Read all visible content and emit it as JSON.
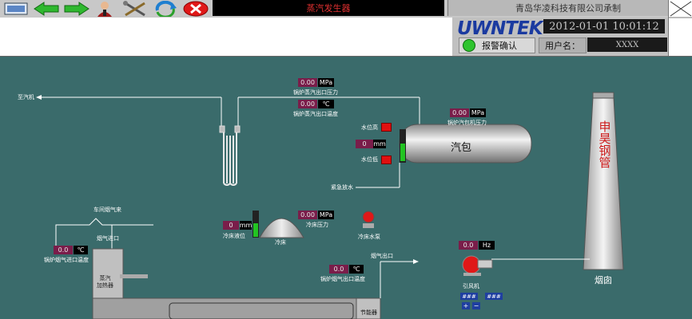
{
  "toolbar": {
    "icons": [
      "image-icon",
      "arrow-left-icon",
      "arrow-right-icon",
      "user-icon",
      "tools-icon",
      "refresh-icon",
      "close-icon"
    ],
    "title": "蒸汽发生器",
    "company": "青岛华凌科技有限公司承制"
  },
  "header": {
    "logo": "UWNTEK",
    "clock": "2012-01-01  10:01:12",
    "alarm_button": "报警确认",
    "user_label": "用户名：",
    "user_value": "XXXX"
  },
  "scene": {
    "to_steam": "至汽机",
    "boiler_outlet_pressure": {
      "value": "0.00",
      "unit": "MPa",
      "label": "锅炉蒸汽出口压力"
    },
    "boiler_outlet_temp": {
      "value": "0.00",
      "unit": "℃",
      "label": "锅炉蒸汽出口温度"
    },
    "drum_pressure": {
      "value": "0.00",
      "unit": "MPa",
      "label": "锅炉汽包机压力"
    },
    "level_high": "水位高",
    "level_value": {
      "value": "0",
      "unit": "mm"
    },
    "level_low": "水位低",
    "emergency_drain": "紧急放水",
    "drum_label": "汽包",
    "stack_label": "申昊钢管",
    "chimney": "烟囱",
    "workshop_gas": "车间烟气来",
    "gas_inlet_temp_title": "烟气进口",
    "gas_inlet_temp": {
      "value": "0.0",
      "unit": "℃",
      "label": "锅炉烟气进口温度"
    },
    "steam_heater": "蒸汽\n加热器",
    "cooling_level": {
      "value": "0",
      "unit": "mm",
      "label": "冷床液位"
    },
    "cooling_pressure": {
      "value": "0.00",
      "unit": "MPa",
      "label": "冷床压力"
    },
    "cooling_bed": "冷床",
    "cooling_pump": "冷床水泵",
    "gas_outlet_title": "烟气出口",
    "gas_outlet_temp": {
      "value": "0.0",
      "unit": "℃",
      "label": "锅炉烟气出口温度"
    },
    "fan_freq": {
      "value": "0.0",
      "unit": "Hz"
    },
    "fan": "引风机",
    "fan_setpoint": "###",
    "fan_setpoint2": "###",
    "economizer": "节能器",
    "plus": "+",
    "minus": "−"
  }
}
